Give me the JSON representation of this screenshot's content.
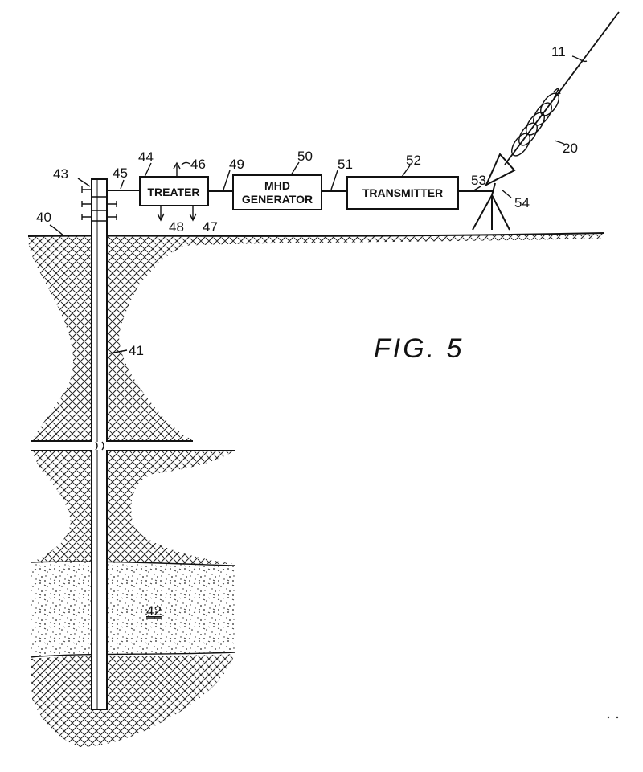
{
  "figure": {
    "title": "FIG. 5",
    "boxes": {
      "treater": "TREATER",
      "mhd_line1": "MHD",
      "mhd_line2": "GENERATOR",
      "transmitter": "TRANSMITTER"
    },
    "refs": {
      "r11": "11",
      "r20": "20",
      "r40": "40",
      "r41": "41",
      "r42": "42",
      "r43": "43",
      "r44": "44",
      "r45": "45",
      "r46": "46",
      "r47": "47",
      "r48": "48",
      "r49": "49",
      "r50": "50",
      "r51": "51",
      "r52": "52",
      "r53": "53",
      "r54": "54"
    }
  }
}
